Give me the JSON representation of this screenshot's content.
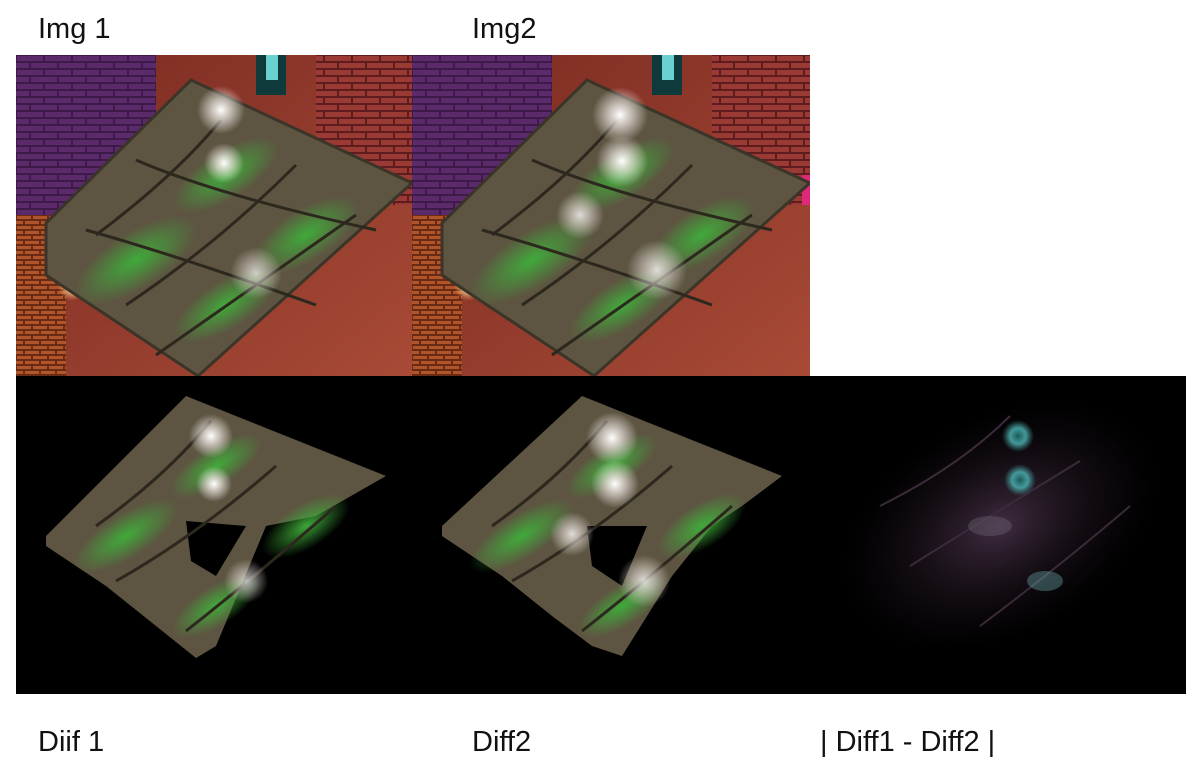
{
  "labels": {
    "img1": "Img 1",
    "img2": "Img2",
    "diff1": "Diif 1",
    "diff2": "Diff2",
    "absdiff": "| Diff1 - Diff2 |"
  },
  "images": {
    "img1": "rendered-cushion-scene",
    "img2": "rendered-cushion-scene",
    "diff1": "cushion-masked-on-black",
    "diff2": "cushion-masked-on-black",
    "absdiff": "absolute-difference-map"
  },
  "colors": {
    "background": "#ffffff",
    "diff_background": "#000000",
    "brick_purple": "#4a1f4e",
    "brick_red": "#8a2c2a",
    "cushion_base": "#6b6048",
    "cushion_green": "#3e9a3a",
    "highlight": "#f4f0ec",
    "diff_teal": "#3a8a8a"
  }
}
